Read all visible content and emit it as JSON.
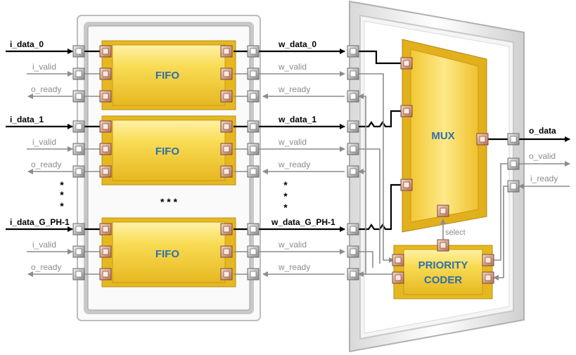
{
  "fifo_box_label": "FIFO",
  "mux_label": "MUX",
  "priority_coder_label": [
    "PRIORITY",
    "CODER"
  ],
  "select_label": "select",
  "channels": [
    {
      "input": "i_data_0",
      "valid": "i_valid",
      "ready": "o_ready",
      "w_data": "w_data_0",
      "w_valid": "w_valid",
      "w_ready": "w_ready"
    },
    {
      "input": "i_data_1",
      "valid": "i_valid",
      "ready": "o_ready",
      "w_data": "w_data_1",
      "w_valid": "w_valid",
      "w_ready": "w_ready"
    },
    {
      "input": "i_data_G_PH-1",
      "valid": "i_valid",
      "ready": "o_ready",
      "w_data": "w_data_G_PH-1",
      "w_valid": "w_valid",
      "w_ready": "w_ready"
    }
  ],
  "outputs": {
    "data": "o_data",
    "valid": "o_valid",
    "ready": "i_ready"
  },
  "ellipsis": "* * *",
  "colors": {
    "data_line": "#000000",
    "control_line": "#8c8c8c",
    "box_fill": "#f7d54a",
    "label_blue": "#2e6fa8"
  }
}
